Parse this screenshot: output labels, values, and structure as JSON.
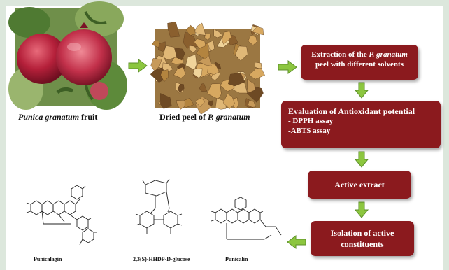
{
  "captions": {
    "fruit_italic": "Punica granatum",
    "fruit_rest": " fruit",
    "peel_prefix": "Dried peel of ",
    "peel_italic": "P. granatum"
  },
  "boxes": {
    "extraction": {
      "line1_pre": "Extraction of the ",
      "line1_italic": "P. granatum",
      "line2": "peel with different solvents"
    },
    "evaluation": {
      "title": "Evaluation of Antioxidant potential",
      "item1": "- DPPH assay",
      "item2": "-ABTS assay"
    },
    "active_extract": "Active extract",
    "isolation": {
      "line1": "Isolation of active",
      "line2": "constituents"
    }
  },
  "structures": {
    "punicalagin": "Punicalagin",
    "hhdp_glucose": "2,3(S)-HHDP-D-glucose",
    "punicalin": "Punicalin"
  },
  "colors": {
    "box": "#8b1a1e",
    "arrow": "#8cc63f",
    "background": "#dce7dc"
  }
}
